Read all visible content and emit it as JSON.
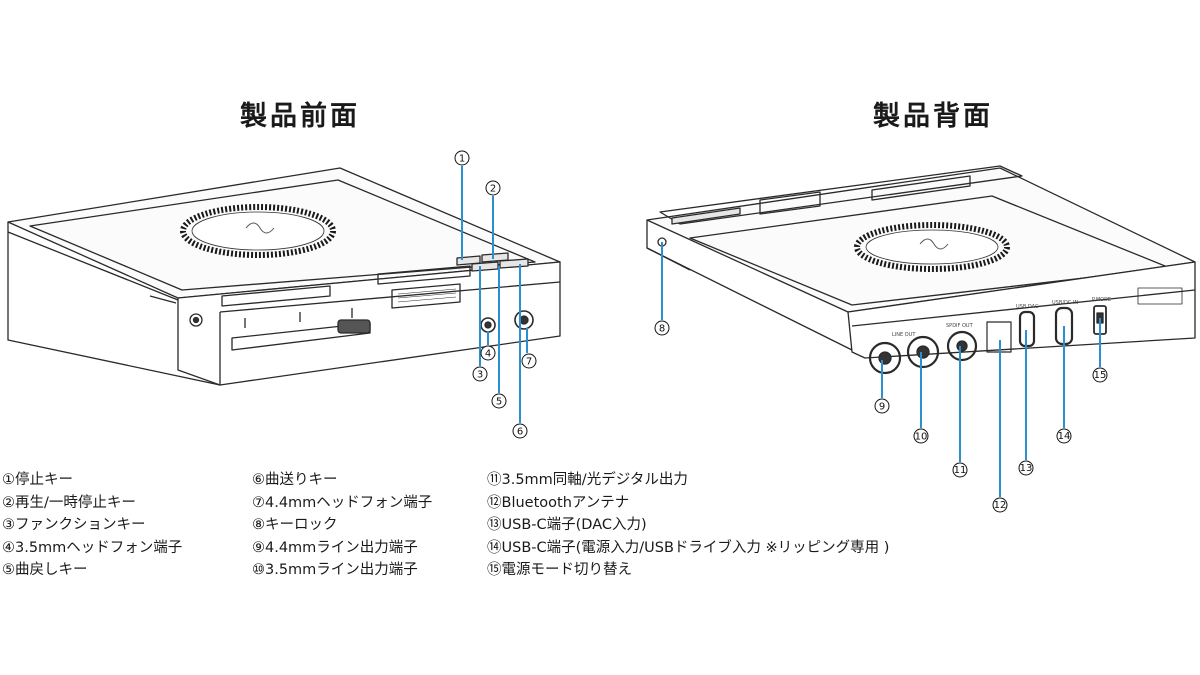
{
  "headings": {
    "front": "製品前面",
    "back": "製品背面"
  },
  "colors": {
    "callout_line": "#2b8fd0",
    "device_stroke": "#2a2a2a"
  },
  "callouts": {
    "c1": "1",
    "c2": "2",
    "c3": "3",
    "c4": "4",
    "c5": "5",
    "c6": "6",
    "c7": "7",
    "c8": "8",
    "c9": "9",
    "c10": "10",
    "c11": "11",
    "c12": "12",
    "c13": "13",
    "c14": "14",
    "c15": "15"
  },
  "device_labels": {
    "line_out": "LINE OUT",
    "spdif_out": "SPDIF OUT",
    "usb_dac": "USB DAC",
    "usb_dc_in": "USB/DC IN",
    "power_mode": "P.MODE"
  },
  "legend": {
    "col1": [
      "①停止キー",
      "②再生/一時停止キー",
      "③ファンクションキー",
      "④3.5mmヘッドフォン端子",
      "⑤曲戻しキー"
    ],
    "col2": [
      "⑥曲送りキー",
      "⑦4.4mmヘッドフォン端子",
      "⑧キーロック",
      "⑨4.4mmライン出力端子",
      "⑩3.5mmライン出力端子"
    ],
    "col3": [
      "⑪3.5mm同軸/光デジタル出力",
      "⑫Bluetoothアンテナ",
      "⑬USB-C端子(DAC入力)",
      "⑭USB-C端子(電源入力/USBドライブ入力 ※リッピング専用 )",
      "⑮電源モード切り替え"
    ]
  }
}
